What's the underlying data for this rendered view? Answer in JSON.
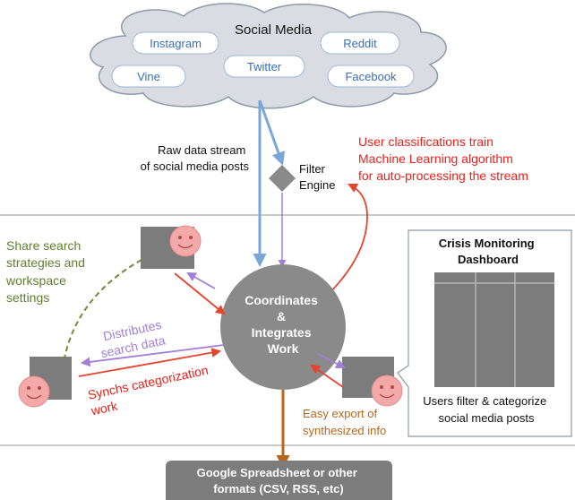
{
  "cloud": {
    "title": "Social Media",
    "platforms": [
      "Instagram",
      "Reddit",
      "Vine",
      "Twitter",
      "Facebook"
    ]
  },
  "raw_stream_label": [
    "Raw data stream",
    "of social media posts"
  ],
  "filter_engine_label": [
    "Filter",
    "Engine"
  ],
  "ml_label": [
    "User classifications train",
    "Machine Learning algorithm",
    "for auto-processing the stream"
  ],
  "hub_label": [
    "Coordinates",
    "&",
    "Integrates",
    "Work"
  ],
  "share_label": [
    "Share search",
    "strategies and",
    "workspace",
    "settings"
  ],
  "distributes_label": [
    "Distributes",
    "search data"
  ],
  "synchs_label": [
    "Synchs categorization",
    "work"
  ],
  "dashboard": {
    "title": [
      "Crisis Monitoring",
      "Dashboard"
    ],
    "caption": [
      "Users filter & categorize",
      "social media posts"
    ]
  },
  "export_label": [
    "Easy export of",
    "synthesized info"
  ],
  "output_box": [
    "Google Spreadsheet or other",
    "formats (CSV, RSS, etc)"
  ],
  "colors": {
    "cloud_fill": "#d9dde3",
    "cloud_stroke": "#8f99a6",
    "pill_text": "#3b6fb6",
    "blue_arrow": "#7aa6d9",
    "purple": "#a27fd6",
    "red": "#e8432c",
    "green_dash": "#6e8c3a",
    "brown": "#b8661c",
    "gray_shape": "#8a8a8a",
    "dark_gray": "#7c7c7c",
    "face": "#f4a9a9",
    "red_text": "#e8211b"
  }
}
